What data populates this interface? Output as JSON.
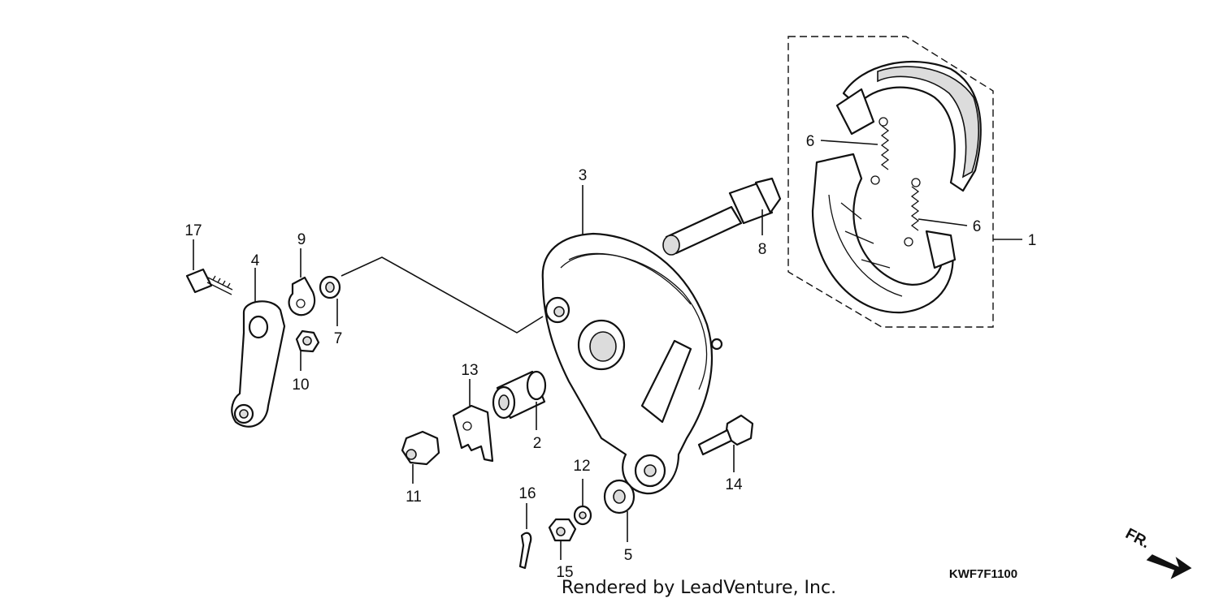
{
  "diagram": {
    "part_labels": [
      {
        "id": "p1",
        "text": "1"
      },
      {
        "id": "p2",
        "text": "2"
      },
      {
        "id": "p3",
        "text": "3"
      },
      {
        "id": "p4",
        "text": "4"
      },
      {
        "id": "p5",
        "text": "5"
      },
      {
        "id": "p6a",
        "text": "6"
      },
      {
        "id": "p6b",
        "text": "6"
      },
      {
        "id": "p7",
        "text": "7"
      },
      {
        "id": "p8",
        "text": "8"
      },
      {
        "id": "p9",
        "text": "9"
      },
      {
        "id": "p10",
        "text": "10"
      },
      {
        "id": "p11",
        "text": "11"
      },
      {
        "id": "p12",
        "text": "12"
      },
      {
        "id": "p13",
        "text": "13"
      },
      {
        "id": "p14",
        "text": "14"
      },
      {
        "id": "p15",
        "text": "15"
      },
      {
        "id": "p16",
        "text": "16"
      },
      {
        "id": "p17",
        "text": "17"
      }
    ],
    "diagram_code": "KWF7F1100",
    "credit": "Rendered by LeadVenture, Inc.",
    "direction_label": "FR."
  }
}
